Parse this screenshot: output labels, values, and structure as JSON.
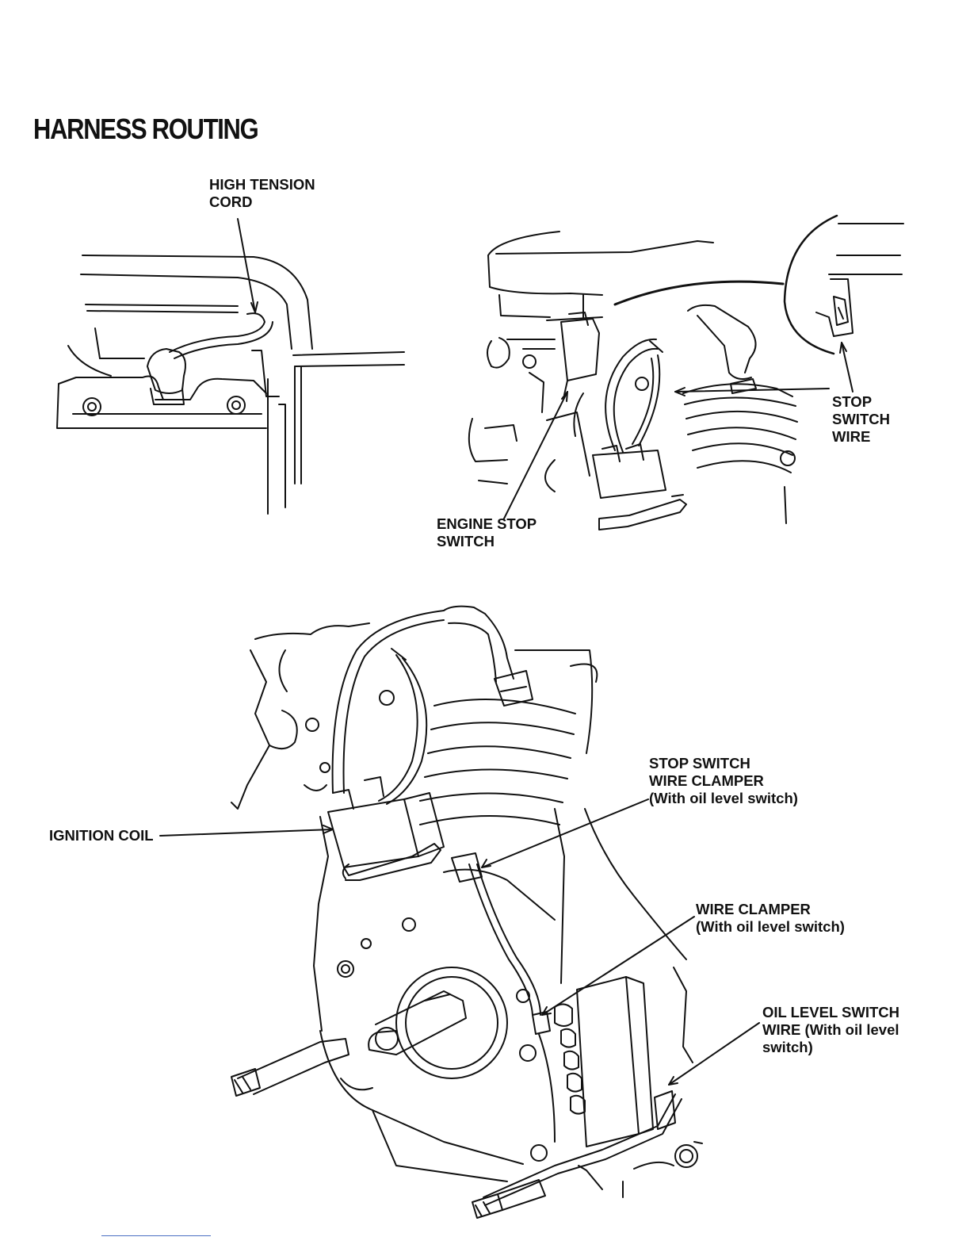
{
  "page": {
    "title": "HARNESS ROUTING"
  },
  "labels": {
    "high_tension_cord": [
      "HIGH TENSION",
      "CORD"
    ],
    "stop_switch_wire": [
      "STOP",
      "SWITCH",
      "WIRE"
    ],
    "engine_stop_switch": [
      "ENGINE STOP",
      "SWITCH"
    ],
    "stop_switch_wire_clamper": [
      "STOP SWITCH",
      "WIRE CLAMPER",
      "(With oil level switch)"
    ],
    "ignition_coil": "IGNITION COIL",
    "wire_clamper": [
      "WIRE CLAMPER",
      "(With oil level switch)"
    ],
    "oil_level_switch_wire": [
      "OIL LEVEL SWITCH",
      "WIRE (With oil level",
      "switch)"
    ]
  },
  "colors": {
    "ink": "#111111",
    "paper": "#ffffff",
    "rule": "#4a6fc2"
  }
}
